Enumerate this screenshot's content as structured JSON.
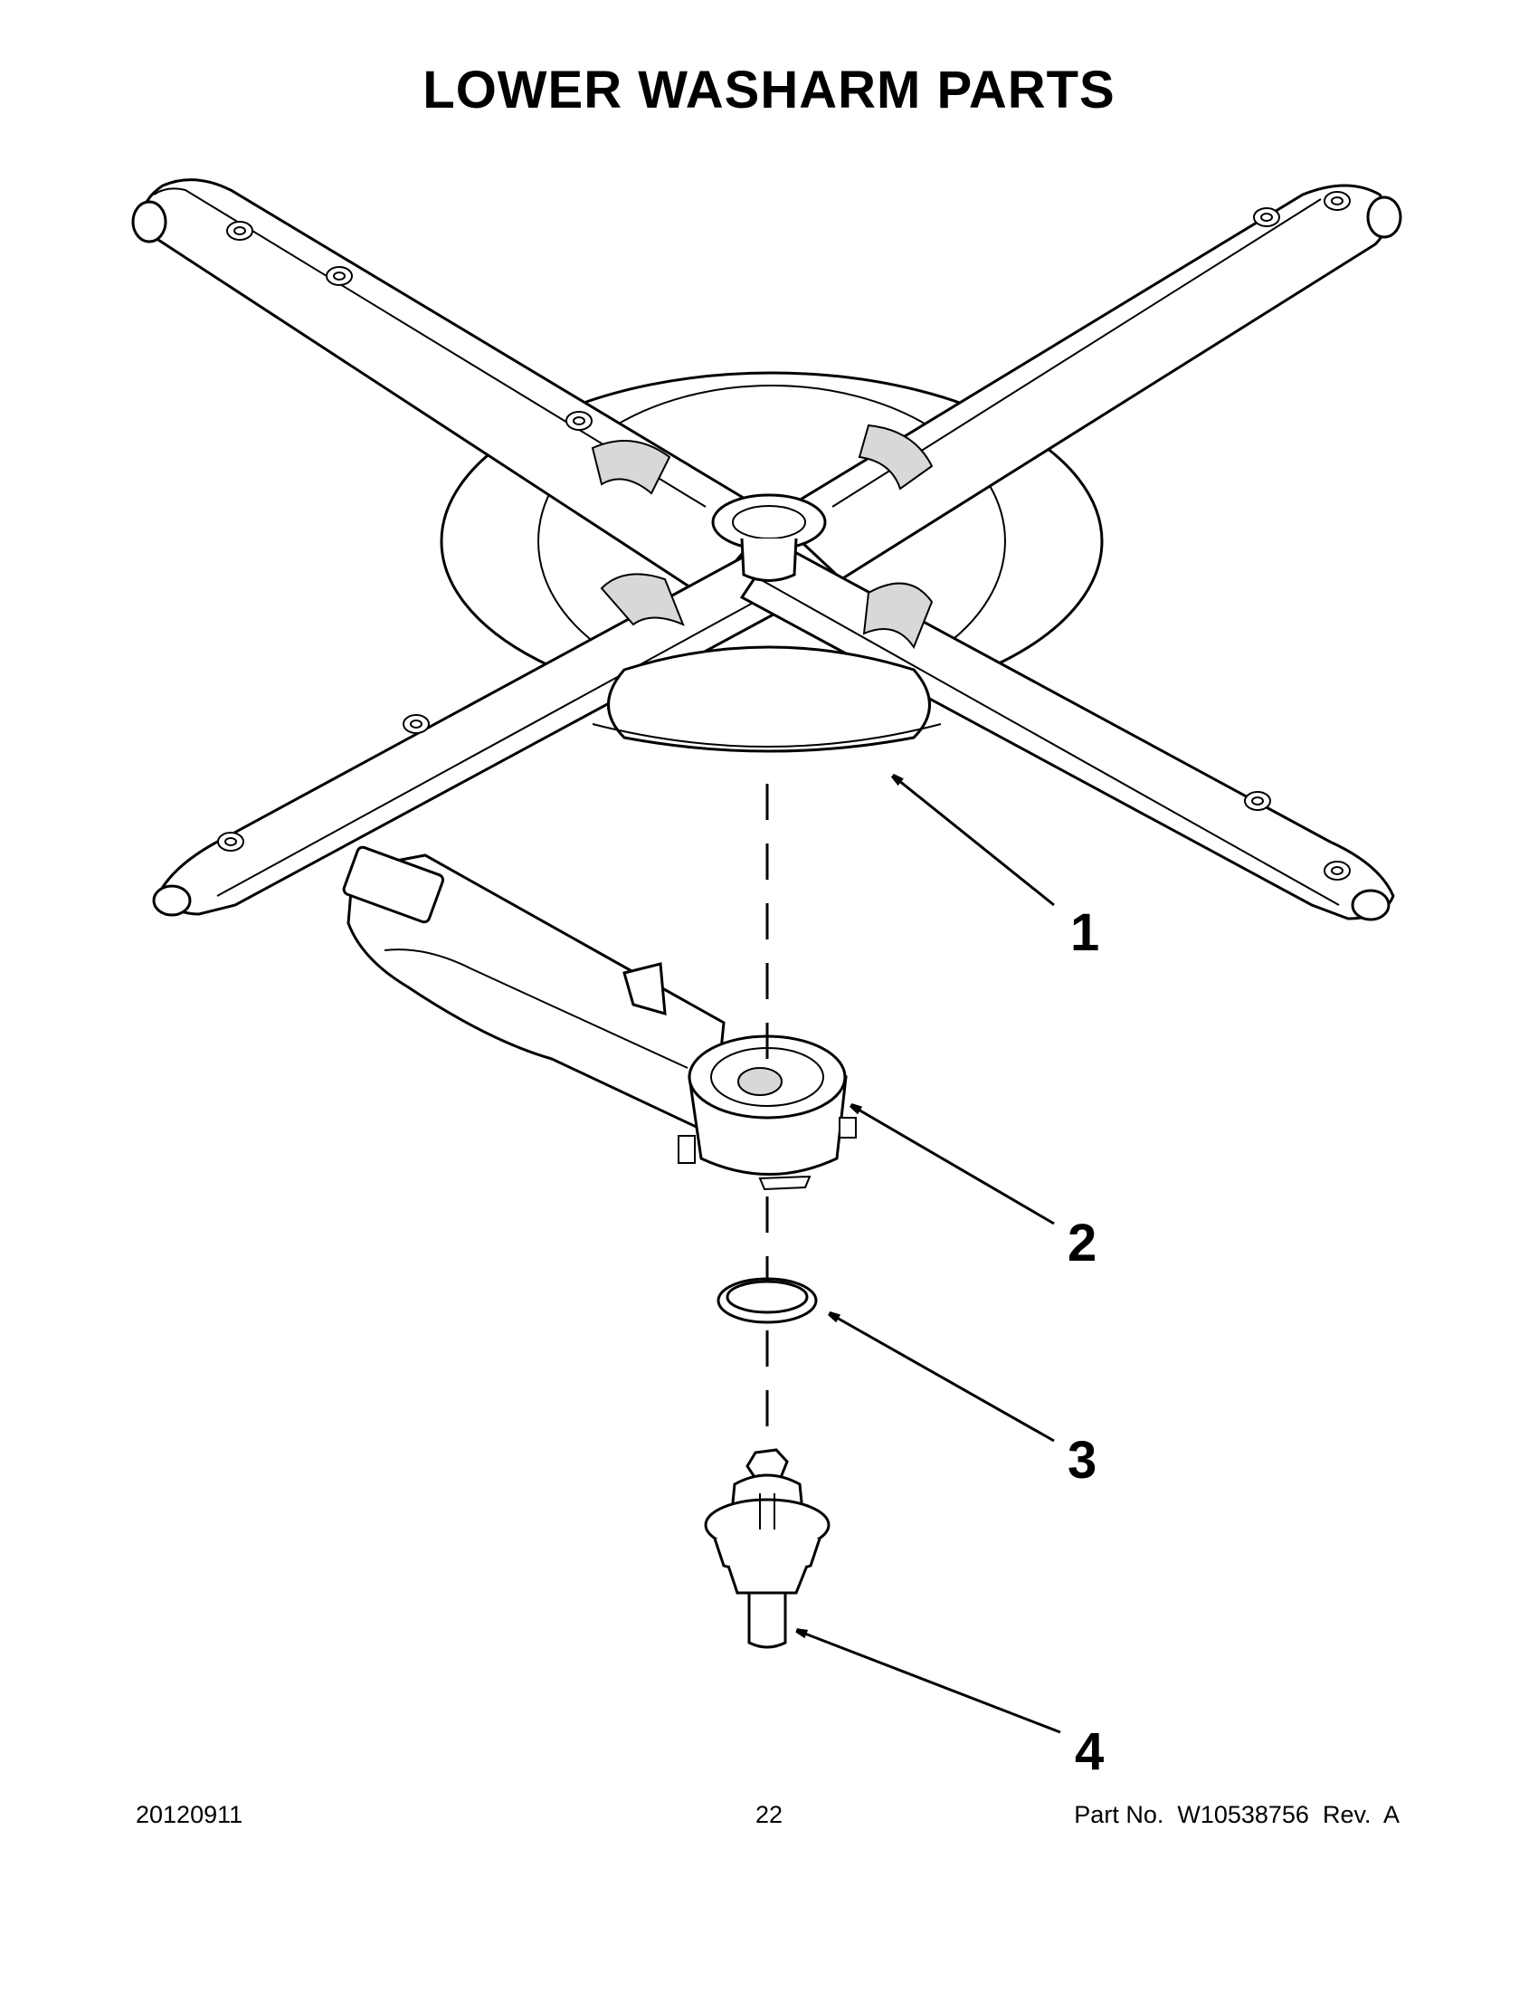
{
  "title": "LOWER WASHARM PARTS",
  "callouts": [
    "1",
    "2",
    "3",
    "4"
  ],
  "parts": [
    {
      "ref": "1",
      "icon": "lower-washarm-icon"
    },
    {
      "ref": "2",
      "icon": "manifold-icon"
    },
    {
      "ref": "3",
      "icon": "o-ring-icon"
    },
    {
      "ref": "4",
      "icon": "bearing-icon"
    }
  ],
  "footer": {
    "date": "20120911",
    "page": "22",
    "part_number": "Part No.  W10538756  Rev.  A"
  },
  "colors": {
    "line": "#000000",
    "fill": "#ffffff",
    "shade": "#d8d8d8"
  }
}
